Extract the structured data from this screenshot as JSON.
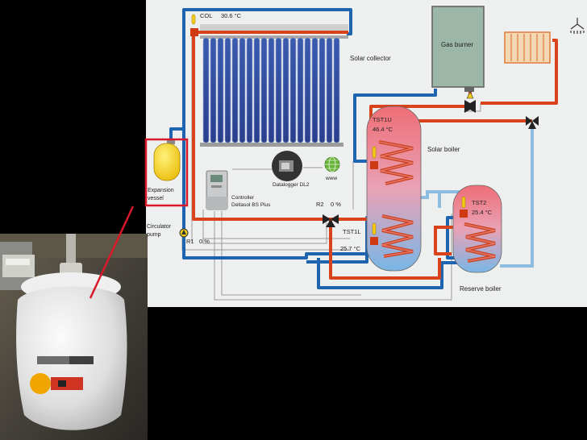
{
  "colors": {
    "hot_pipe": "#d8431c",
    "cold_pipe": "#1f64b0",
    "light_cold_pipe": "#8cbcdf",
    "signal_line": "#9a9a9a",
    "expansion_vessel": "#f2cc16",
    "highlight_box": "#d9182a",
    "diagram_bg": "#eef0ef",
    "gas_burner": "#9cb6a8"
  },
  "components": {
    "solar_collector": "Solar collector",
    "gas_burner": "Gas burner",
    "solar_boiler": "Solar boiler",
    "reserve_boiler": "Reserve boiler",
    "expansion_vessel_line1": "Expansion",
    "expansion_vessel_line2": "vessel",
    "circulator_pump_line1": "Circulator",
    "circulator_pump_line2": "pump",
    "controller_line1": "Controller",
    "controller_line2": "Deltasol BS Plus",
    "datalogger": "Datalogger DL2",
    "www": "www"
  },
  "sensors": {
    "col_name": "COL",
    "col_temp": "30.6 °C",
    "tst1u_name": "TST1U",
    "tst1u_temp": "46.4 °C",
    "tst1l_name": "TST1L",
    "tst1l_temp": "25.7 °C",
    "tst2_name": "TST2",
    "tst2_temp": "25.4 °C"
  },
  "relays": {
    "r1_name": "R1",
    "r1_value": "0 %",
    "r2_name": "R2",
    "r2_value": "0 %"
  }
}
